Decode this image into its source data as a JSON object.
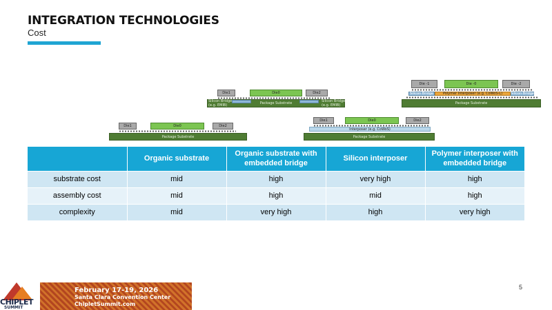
{
  "header": {
    "title": "INTEGRATION TECHNOLOGIES",
    "subtitle": "Cost",
    "accent_color": "#1fa5d3"
  },
  "diagrams": {
    "organic": {
      "die_left": "Die1",
      "die_center": "Die0",
      "die_right": "Die2",
      "substrate": "Package Substrate"
    },
    "embedded_bridge": {
      "die_left": "Die1",
      "die_center": "Die0",
      "die_right": "Die2",
      "substrate": "Package Substrate",
      "bridge_left": "Silicon Bridge\n(e.g. EMIB)",
      "bridge_right": "Silicon Bridge\n(e.g. EMIB)"
    },
    "silicon_interposer": {
      "die_left": "Die1",
      "die_center": "Die0",
      "die_right": "Die2",
      "interposer": "Interposer (e.g. CoWoS)",
      "substrate": "Package Substrate"
    },
    "polymer_interposer": {
      "die_left": "Die -1",
      "die_center": "Die -0",
      "die_right": "Die -2",
      "bridge_left": "Silicon Bridge",
      "interposer": "Polymer Interposer (e.g. CoWoS-L)",
      "bridge_right": "Silicon Bridge",
      "substrate": "Package Substrate"
    }
  },
  "table": {
    "headers": [
      "",
      "Organic substrate",
      "Organic substrate with embedded bridge",
      "Silicon interposer",
      "Polymer interposer with embedded bridge"
    ],
    "rows": [
      [
        "substrate cost",
        "mid",
        "high",
        "very high",
        "high"
      ],
      [
        "assembly cost",
        "mid",
        "high",
        "mid",
        "high"
      ],
      [
        "complexity",
        "mid",
        "very high",
        "high",
        "very high"
      ]
    ],
    "header_color": "#17a6d5",
    "row_color_dark": "#cfe6f3",
    "row_color_light": "#e6f2f9"
  },
  "page_number": "5",
  "footer": {
    "logo_word": "CHIPLET",
    "logo_sub": "SUMMIT",
    "date": "February 17-19, 2026",
    "venue": "Santa Clara Convention Center",
    "url": "ChipletSummit.com"
  }
}
